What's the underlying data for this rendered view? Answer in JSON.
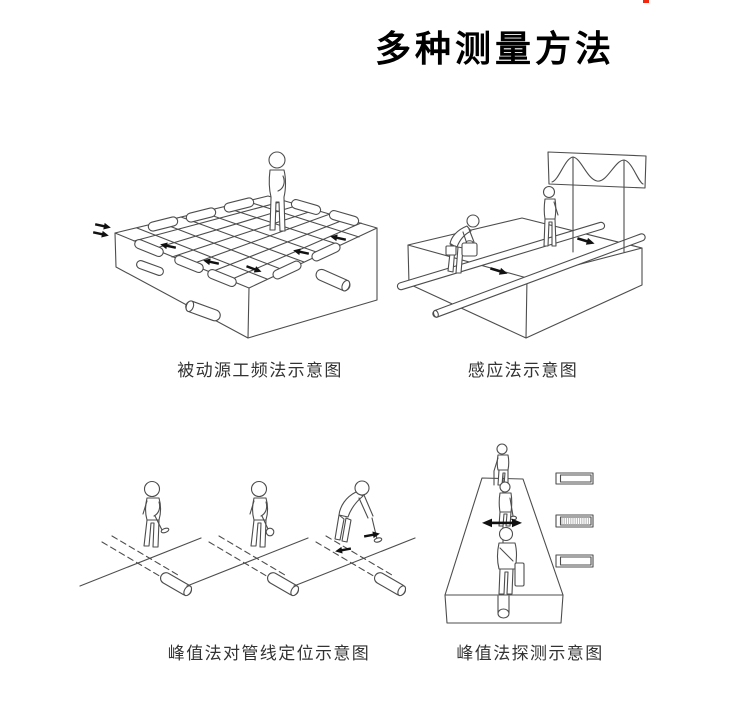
{
  "page": {
    "title": "多种测量方法"
  },
  "theme": {
    "background": "#ffffff",
    "line_color": "#4d4d4d",
    "title_color": "#000000",
    "caption_color": "#333333",
    "arrow_color": "#111111",
    "hatch_color": "#b0b0b0",
    "artifact_color": "#f3260f"
  },
  "figures": [
    {
      "name": "passive-source-power-frequency",
      "caption": "被动源工频法示意图"
    },
    {
      "name": "induction-method",
      "caption": "感应法示意图"
    },
    {
      "name": "peak-method-pipeline-locating",
      "caption": "峰值法对管线定位示意图"
    },
    {
      "name": "peak-method-detection",
      "caption": "峰值法探测示意图"
    }
  ]
}
